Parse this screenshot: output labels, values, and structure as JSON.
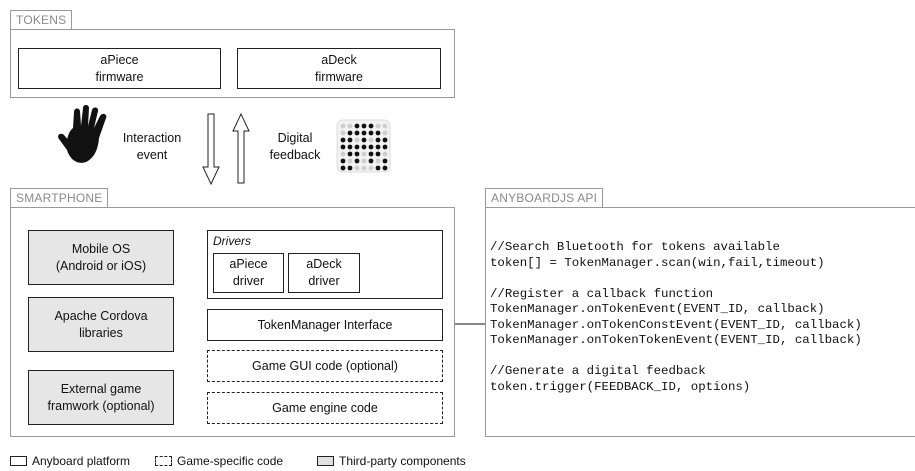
{
  "tokens": {
    "title": "TOKENS",
    "apiece_firmware": [
      "aPiece",
      "firmware"
    ],
    "adeck_firmware": [
      "aDeck",
      "firmware"
    ]
  },
  "interaction": {
    "interaction_event": [
      "Interaction",
      "event"
    ],
    "digital_feedback": [
      "Digital",
      "feedback"
    ]
  },
  "smartphone": {
    "title": "SMARTPHONE",
    "mobile_os": [
      "Mobile OS",
      "(Android or iOS)"
    ],
    "cordova": [
      "Apache Cordova",
      "libraries"
    ],
    "external_game": [
      "External game",
      "framwork (optional)"
    ],
    "drivers_label": "Drivers",
    "apiece_driver": [
      "aPiece",
      "driver"
    ],
    "adeck_driver": [
      "aDeck",
      "driver"
    ],
    "token_manager": "TokenManager Interface",
    "game_gui": "Game GUI code (optional)",
    "game_engine": "Game engine code"
  },
  "api": {
    "title": "ANYBOARDJS API",
    "lines": [
      "//Search Bluetooth for tokens available",
      "token[] = TokenManager.scan(win,fail,timeout)",
      "",
      "//Register a callback function",
      "TokenManager.onTokenEvent(EVENT_ID, callback)",
      "TokenManager.onTokenConstEvent(EVENT_ID, callback)",
      "TokenManager.onTokenTokenEvent(EVENT_ID, callback)",
      "",
      "//Generate a digital feedback",
      "token.trigger(FEEDBACK_ID, options)"
    ]
  },
  "legend": {
    "anyboard": "Anyboard platform",
    "game_specific": "Game-specific code",
    "third_party": "Third-party components"
  },
  "icons": [
    "hand-icon",
    "led-matrix-icon"
  ]
}
